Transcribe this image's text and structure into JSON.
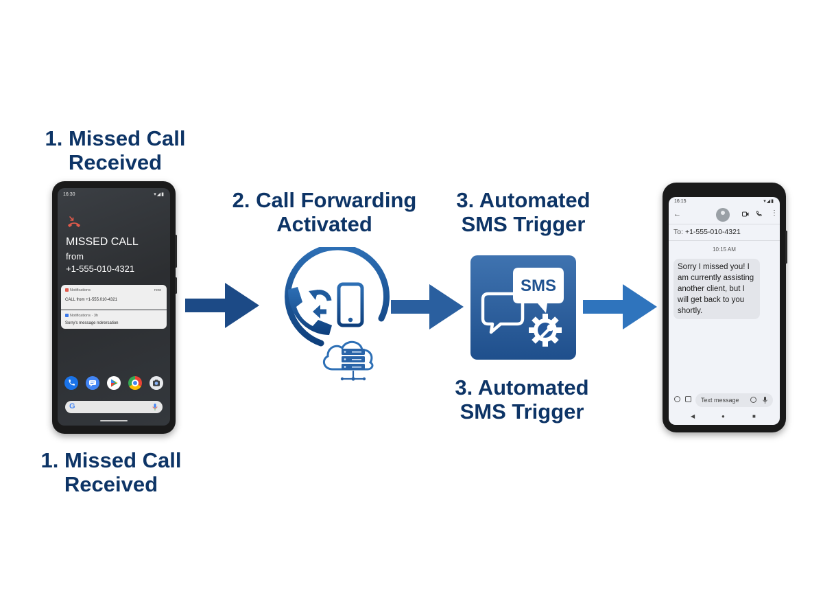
{
  "steps": {
    "missed_call_top": "1. Missed Call\nReceived",
    "call_forwarding": "2. Call Forwarding\nActivated",
    "sms_trigger_top": "3. Automated\nSMS Trigger",
    "sms_trigger_bottom": "3. Automated\nSMS Trigger",
    "missed_call_bottom": "1. Missed Call\nReceived"
  },
  "phone1": {
    "time": "16:30",
    "status_icons": "▾◢▮",
    "missed_title": "MISSED CALL",
    "from_label": "from",
    "caller_number": "+1-555-010-4321",
    "notification1": {
      "app": "Notifications",
      "when": "now",
      "text": "CALL from +1-555.010-4321"
    },
    "notification2": {
      "app": "Notifications · 3h",
      "text": "Sorry's message nolrersation"
    },
    "search_logo": "G",
    "dock_icons": [
      "phone-icon",
      "messages-icon",
      "play-store-icon",
      "chrome-icon",
      "camera-icon"
    ]
  },
  "sms_tile": {
    "label": "SMS"
  },
  "phone2": {
    "time": "16:15",
    "status_icons": "▾◢▮",
    "to_label": "To:",
    "to_number": "+1-555-010-4321",
    "timestamp": "10:15 AM",
    "message": "Sorry I missed you! I am currently assisting another client, but I will get back to you shortly.",
    "compose_placeholder": "Text message",
    "nav_back": "◀",
    "nav_home": "●",
    "nav_recent": "■"
  },
  "colors": {
    "heading": "#0d3466",
    "arrow_dark": "#1c4a86",
    "arrow_light": "#2f74bd",
    "tile": "#2a5d9d",
    "missed_red": "#e05a4b"
  }
}
